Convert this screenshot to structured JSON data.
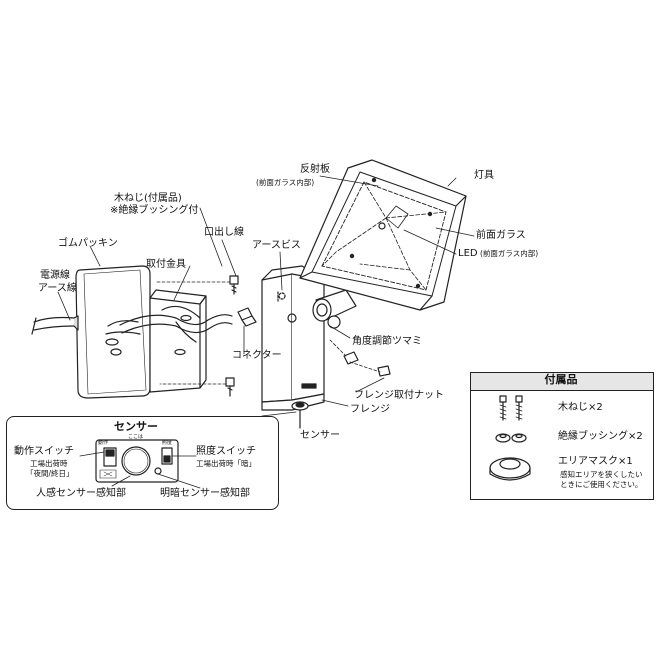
{
  "diagram": {
    "labels": {
      "wood_screw": "木ねじ(付属品)",
      "insulating_bushing_note": "※絶縁ブッシング付",
      "rubber_packing": "ゴムパッキン",
      "power_line": "電源線",
      "earth_line": "アース線",
      "mounting_bracket": "取付金具",
      "outlet_wire": "口出し線",
      "earth_screw": "アースビス",
      "reflector": "反射板",
      "reflector_note": "(前面ガラス内部)",
      "fixture": "灯具",
      "front_glass": "前面ガラス",
      "led": "LED",
      "led_note": "(前面ガラス内部)",
      "connector": "コネクター",
      "angle_knob": "角度調節ツマミ",
      "flange_nut": "フレンジ取付ナット",
      "flange": "フレンジ",
      "sensor": "センサー"
    },
    "sensor_panel": {
      "title": "センサー",
      "operation_switch": "動作スイッチ",
      "operation_default": "工場出荷時",
      "operation_value": "「夜間/終日」",
      "illum_switch": "照度スイッチ",
      "illum_default": "工場出荷時「暗」",
      "human_sensor": "人感センサー感知部",
      "light_sensor": "明暗センサー感知部",
      "tiny_left_top": "動作",
      "tiny_right_top": "照度",
      "tiny_top": "ここは"
    },
    "accessories": {
      "title": "付属品",
      "items": [
        {
          "name": "木ねじ×2",
          "icon": "wood-screw-icon"
        },
        {
          "name": "絶縁ブッシング×2",
          "icon": "bushing-icon"
        },
        {
          "name": "エリアマスク×1",
          "icon": "area-mask-icon"
        }
      ],
      "mask_note_1": "感知エリアを狭くしたい",
      "mask_note_2": "ときにご使用ください。"
    }
  }
}
